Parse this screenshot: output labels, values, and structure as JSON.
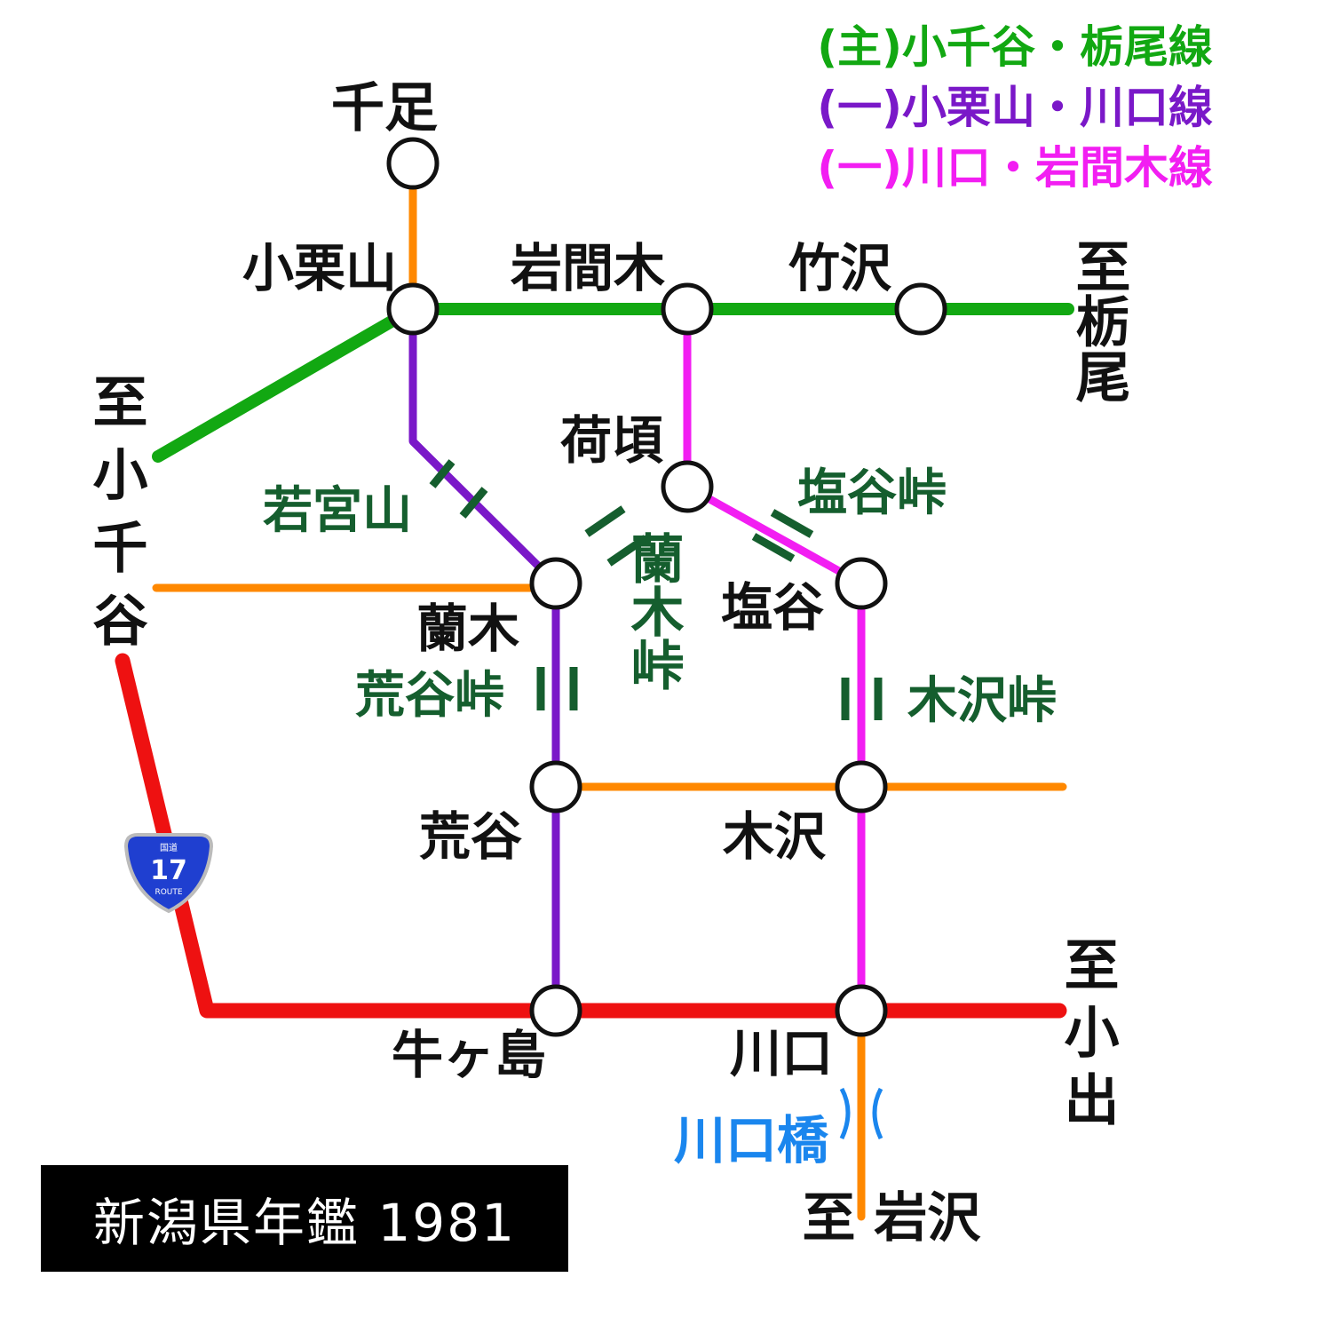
{
  "colors": {
    "main_prefecture_road": "#12a812",
    "purple_road": "#7a18c8",
    "magenta_road": "#f21ef2",
    "national_route": "#ee1111",
    "local_road": "#ff8800",
    "pass_label": "#155e2e",
    "bridge_label": "#1a86ee",
    "shield": "#1f3fd0"
  },
  "legend": [
    {
      "label": "(主)小千谷・栃尾線",
      "color": "#12a812"
    },
    {
      "label": "(一)小栗山・川口線",
      "color": "#7a18c8"
    },
    {
      "label": "(一)川口・岩間木線",
      "color": "#f21ef2"
    }
  ],
  "stations": {
    "senzoku": "千足",
    "oguriyama": "小栗山",
    "iwamagi": "岩間木",
    "takezawa": "竹沢",
    "nigoro": "荷頃",
    "shiodani": "塩谷",
    "araki": "蘭木",
    "aradani": "荒谷",
    "kizawa": "木沢",
    "ushigashima": "牛ヶ島",
    "kawaguchi": "川口"
  },
  "passes": {
    "wakamiyayama": "若宮山",
    "shiodani_toge": "塩谷峠",
    "araki_toge": "蘭木峠",
    "aradani_toge": "荒谷峠",
    "kizawa_toge": "木沢峠"
  },
  "bridge": "川口橋",
  "destinations": {
    "tochio": "至栃尾",
    "ojiya": "至小千谷",
    "koide": "至小出",
    "iwasawa": "至 岩沢"
  },
  "route_shield": {
    "top_text": "国道",
    "number": "17",
    "bottom_text": "ROUTE"
  },
  "source": "新潟県年鑑 1981"
}
